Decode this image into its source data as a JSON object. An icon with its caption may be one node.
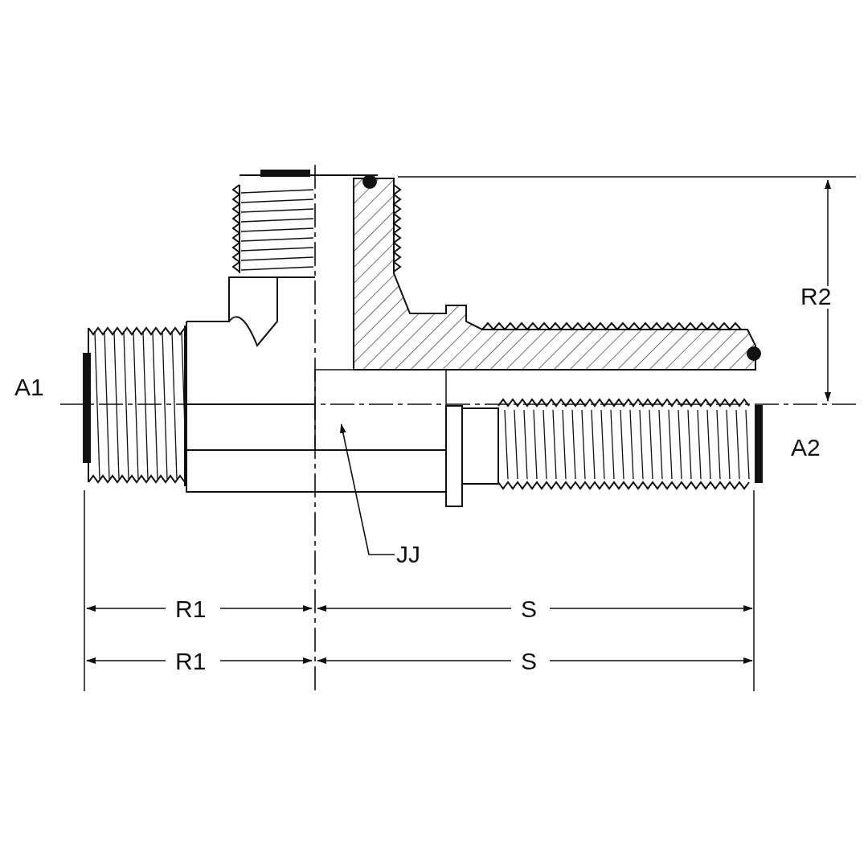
{
  "diagram": {
    "nodes": [
      {
        "text": [
          "JJ"
        ]
      },
      {
        "text": [],
        "shape": "box"
      }
    ],
    "edges": [
      {
        "from": 0,
        "to": 1,
        "arrow": "to"
      }
    ],
    "labels": [
      "A1",
      "R2",
      "A2",
      "R1",
      "S",
      "R1",
      "S"
    ]
  }
}
